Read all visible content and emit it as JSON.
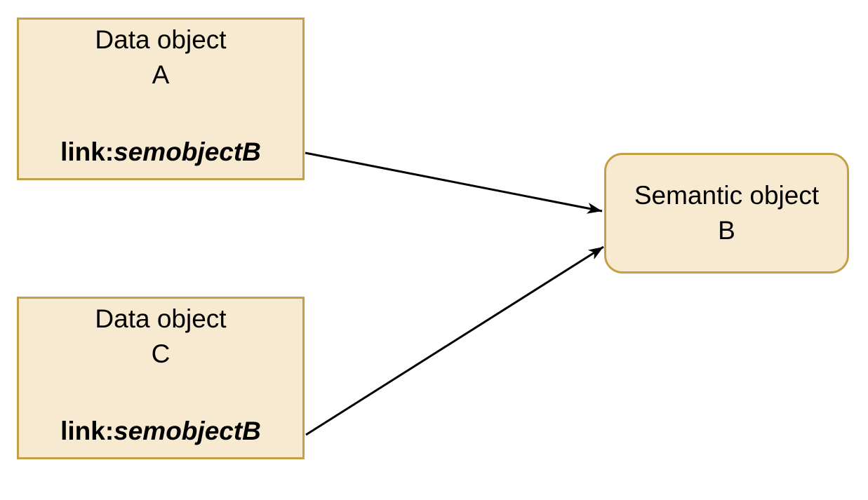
{
  "diagram": {
    "type": "entity-link-diagram",
    "colors": {
      "background": "#FFFFFF",
      "node_fill": "#F8E9D1",
      "node_border": "#C3A046",
      "arrow": "#000000",
      "text": "#000000"
    },
    "nodes": [
      {
        "id": "data-object-a",
        "shape": "rectangle",
        "line1": "Data object",
        "line2": "A",
        "link_prefix": "link:",
        "link_target": "semobjectB"
      },
      {
        "id": "data-object-c",
        "shape": "rectangle",
        "line1": "Data object",
        "line2": "C",
        "link_prefix": "link:",
        "link_target": "semobjectB"
      },
      {
        "id": "semantic-object-b",
        "shape": "rounded-rectangle",
        "line1": "Semantic object",
        "line2": "B"
      }
    ],
    "edges": [
      {
        "from": "data-object-a",
        "to": "semantic-object-b",
        "style": "solid-arrow"
      },
      {
        "from": "data-object-c",
        "to": "semantic-object-b",
        "style": "solid-arrow"
      }
    ]
  }
}
